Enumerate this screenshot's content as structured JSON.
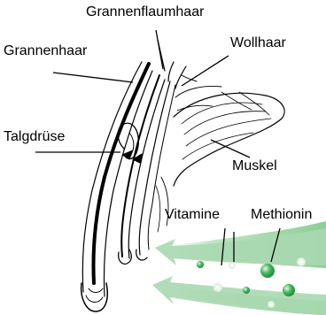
{
  "labels": {
    "grannenflaumhaar": "Grannenflaumhaar",
    "wollhaar": "Wollhaar",
    "grannenhaar": "Grannenhaar",
    "talgdruese": "Talgdrüse",
    "muskel": "Muskel",
    "vitamine": "Vitamine",
    "methionin": "Methionin"
  },
  "colors": {
    "line": "#000000",
    "band": "#bfe3c3",
    "band_dark": "#7fc58a",
    "bubble": "#2fa84a",
    "bubble_light": "#e9f6ec",
    "background": "#ffffff"
  }
}
